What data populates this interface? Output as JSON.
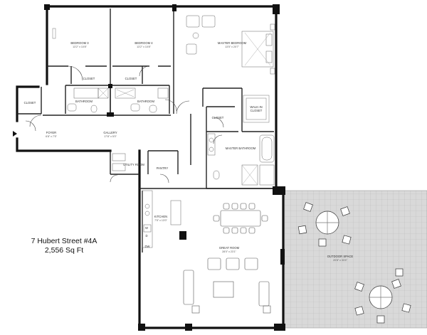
{
  "caption": {
    "address": "7 Hubert Street #4A",
    "area": "2,556 Sq Ft"
  },
  "rooms": {
    "bedroom3": {
      "name": "BEDROOM 3",
      "dims": "13'2\" x 10'8\""
    },
    "bedroom4": {
      "name": "BEDROOM 4",
      "dims": "13'2\" x 10'8\""
    },
    "master_bedroom": {
      "name": "MASTER BEDROOM",
      "dims": "13'5\" x 20'7\""
    },
    "closet_b3": {
      "name": "CLOSET"
    },
    "closet_b4": {
      "name": "CLOSET"
    },
    "bathroom_1": {
      "name": "BATHROOM"
    },
    "bathroom_2": {
      "name": "BATHROOM"
    },
    "closet_entry": {
      "name": "CLOSET"
    },
    "foyer": {
      "name": "FOYER",
      "dims": "6'8\" x 7'5\""
    },
    "gallery": {
      "name": "GALLERY",
      "dims": "17'8\" x 5'0\""
    },
    "walk_in_closet": {
      "name": "WALK-IN",
      "name2": "CLOSET"
    },
    "closet_master": {
      "name": "CLOSET"
    },
    "master_bathroom": {
      "name": "MASTER BATHROOM"
    },
    "utility_room": {
      "name": "UTILITY ROOM"
    },
    "pantry": {
      "name": "PANTRY"
    },
    "kitchen": {
      "name": "KITCHEN",
      "dims": "7'5\" x 13'0\""
    },
    "great_room": {
      "name": "GREAT ROOM",
      "dims": "28'0\" x 23'1\""
    },
    "outdoor_space": {
      "name": "OUTDOOR SPACE",
      "dims": "20'8\" x 33'4\""
    }
  },
  "appliance_labels": {
    "wd": "W",
    "d": "D",
    "dw": "DW"
  }
}
